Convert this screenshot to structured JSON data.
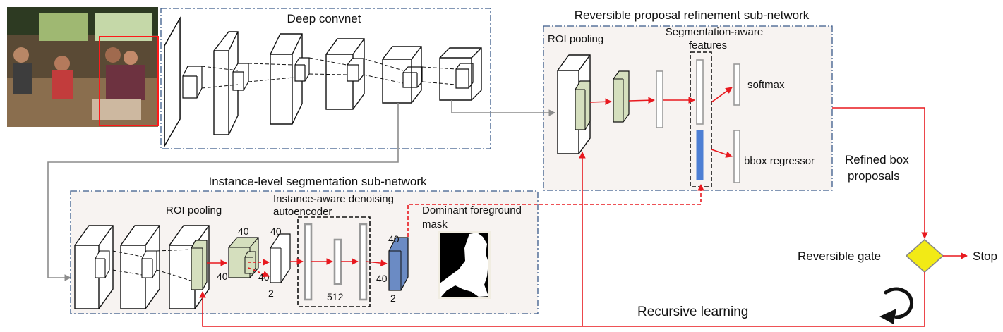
{
  "convnet": {
    "title": "Deep convnet"
  },
  "refinement": {
    "title": "Reversible proposal refinement sub-network",
    "roi_label": "ROI pooling",
    "feat_label_1": "Segmentation-aware",
    "feat_label_2": "features",
    "softmax_label": "softmax",
    "bbox_label": "bbox regressor"
  },
  "segmentation": {
    "title": "Instance-level segmentation sub-network",
    "roi_label": "ROI pooling",
    "ae_label_1": "Instance-aware denoising",
    "ae_label_2": "autoencoder",
    "mask_label_1": "Dominant foreground",
    "mask_label_2": "mask",
    "dims": {
      "roi_w": "40",
      "roi_h": "40",
      "enc_w": "40",
      "enc_h": "40",
      "enc_d": "2",
      "hidden": "512",
      "dec_w": "40",
      "dec_h": "40",
      "dec_d": "2"
    }
  },
  "outputs": {
    "refined_1": "Refined box",
    "refined_2": "proposals",
    "gate": "Reversible gate",
    "stop": "Stop",
    "recursive": "Recursive learning"
  },
  "colors": {
    "arrow_red": "#e8191f",
    "connector_gray": "#8c8c8c",
    "box_border": "#3a5a8a",
    "panel_fill": "#f7f3f1",
    "olive": "#d5dfbe",
    "blue_feature": "#4d7fd4",
    "dec_blue": "#6b8bc4",
    "gate_yellow": "#f2ea16"
  },
  "icons": {
    "recursion": "circular-arrow-icon",
    "input": "photo-with-detection-box"
  }
}
